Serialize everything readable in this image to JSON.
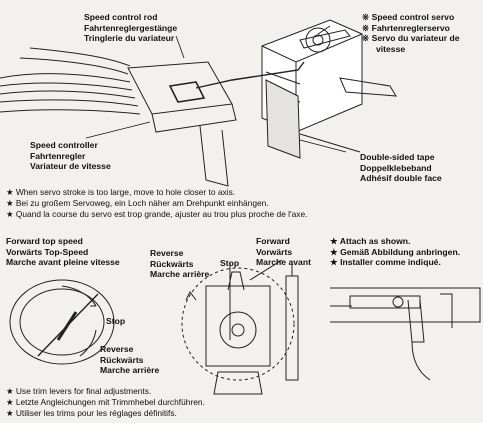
{
  "top_labels": {
    "speed_control_rod": [
      "Speed control rod",
      "Fahrtenreglergestänge",
      "Tringlerie du variateur"
    ],
    "speed_control_servo": [
      "※ Speed control servo",
      "※ Fahrtenreglerservo",
      "※ Servo du variateur de",
      "vitesse"
    ],
    "speed_controller": [
      "Speed controller",
      "Fahrtenregler",
      "Variateur de vitesse"
    ],
    "double_sided_tape": [
      "Double-sided tape",
      "Doppelklebeband",
      "Adhésif double face"
    ]
  },
  "servo_stroke_notes": [
    "★ When servo stroke is too large, move to hole closer to axis.",
    "★ Bei zu großem Servoweg, ein Loch näher am Drehpunkt einhängen.",
    "★ Quand la course du servo est trop grande, ajuster au trou plus proche de l'axe."
  ],
  "bottom_labels": {
    "forward_top_speed": [
      "Forward top speed",
      "Vorwärts Top-Speed",
      "Marche avant pleine vitesse"
    ],
    "reverse_top": [
      "Reverse",
      "Rückwärts",
      "Marche arrière"
    ],
    "stop_top": "Stop",
    "forward": [
      "Forward",
      "Vorwärts",
      "Marche avant"
    ],
    "attach_notes": [
      "★ Attach as shown.",
      "★ Gemäß Abbildung anbringen.",
      "★ Installer comme indiqué."
    ],
    "stop_left": "Stop",
    "reverse_left": [
      "Reverse",
      "Rückwärts",
      "Marche arrière"
    ]
  },
  "trim_notes": [
    "★ Use trim levers  for final adjustments.",
    "★ Letzte Angleichungen mit Trimmhebel durchführen.",
    "★ Utiliser les trims pour les réglages définitifs."
  ],
  "colors": {
    "paper": "#f2f1ee",
    "ink": "#111111"
  }
}
